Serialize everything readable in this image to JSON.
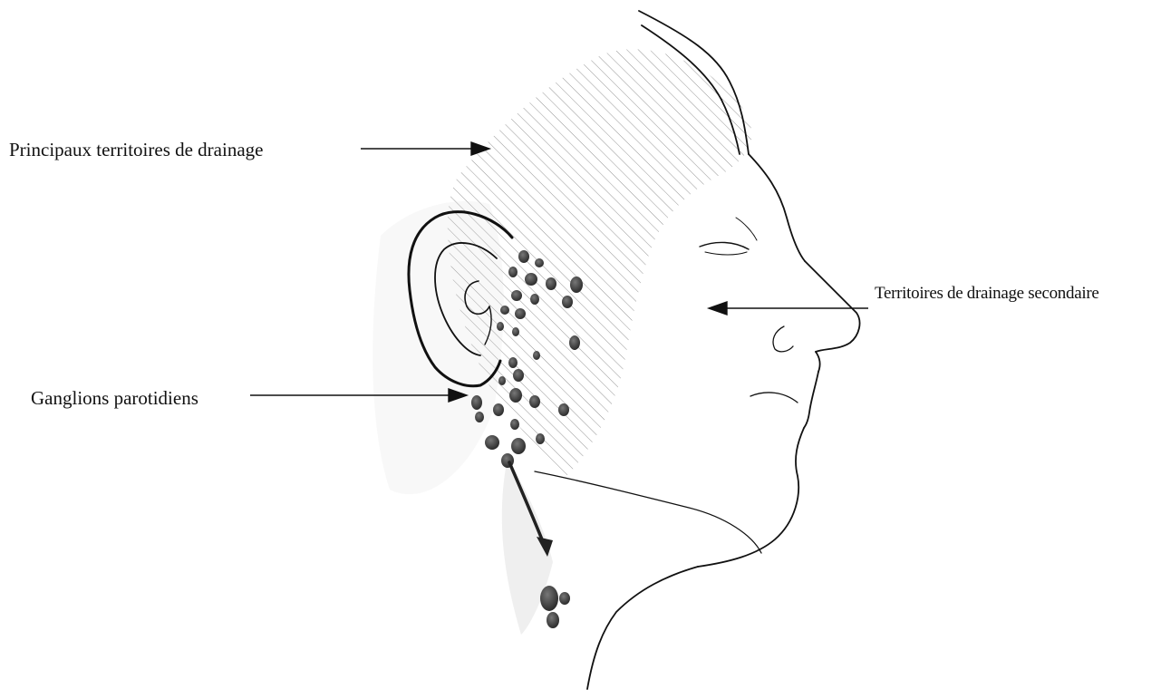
{
  "labels": {
    "main_territories": "Principaux territoires de drainage",
    "secondary_territories": "Territoires de drainage secondaire",
    "parotid_nodes": "Ganglions parotidiens"
  },
  "colors": {
    "ink": "#111111",
    "hatch": "#8a8a8a",
    "stipple": "#b5b5b5",
    "node": "#3a3a3a"
  }
}
